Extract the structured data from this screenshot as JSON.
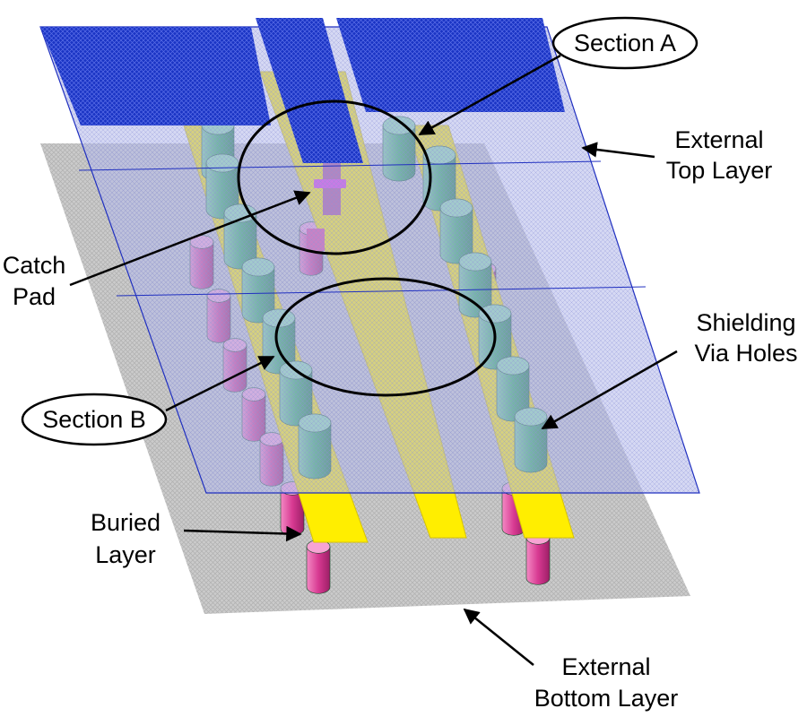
{
  "labels": {
    "section_a": "Section A",
    "section_b": "Section B",
    "external_top_1": "External",
    "external_top_2": "Top Layer",
    "catch_pad_1": "Catch",
    "catch_pad_2": "Pad",
    "shielding_1": "Shielding",
    "shielding_2": "Via Holes",
    "buried_1": "Buried",
    "buried_2": "Layer",
    "external_bottom_1": "External",
    "external_bottom_2": "Bottom Layer"
  },
  "colors": {
    "top_metal": "#1530c8",
    "top_layer_fill": "#b7bce6",
    "bottom_layer": "#c8c8c8",
    "buried_trace": "#ffee00",
    "via_green": "#3db36a",
    "via_pink": "#e0409a",
    "catch_pad": "#e030e0"
  }
}
